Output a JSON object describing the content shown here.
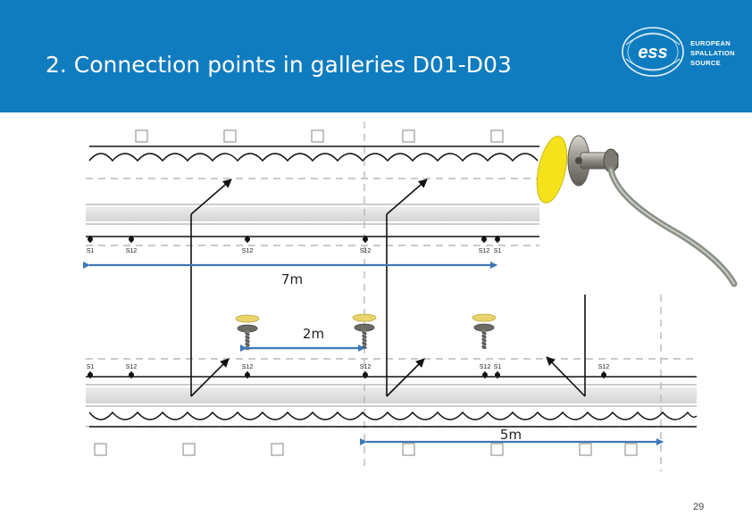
{
  "header": {
    "title": "2. Connection points in galleries D01-D03",
    "background_color": "#0f7cc0",
    "logo": {
      "mark": "ess",
      "lines": [
        "EUROPEAN",
        "SPALLATION",
        "SOURCE"
      ]
    }
  },
  "diagram": {
    "measurements": {
      "top_span": "7m",
      "middle_span": "2m",
      "bottom_span": "5m"
    },
    "point_labels": {
      "s1": "S1",
      "s12": "S12"
    },
    "colors": {
      "measure_arrow": "#3d78b7",
      "rail": "#111111",
      "band": "#d8d8d8",
      "dashed_guide": "#b9b9b9",
      "connector_cap": "#e8d46a",
      "photo_disc": "#f5e21b"
    },
    "photo": {
      "subject": "connection-point-photo"
    }
  },
  "footer": {
    "page_number": "29"
  }
}
